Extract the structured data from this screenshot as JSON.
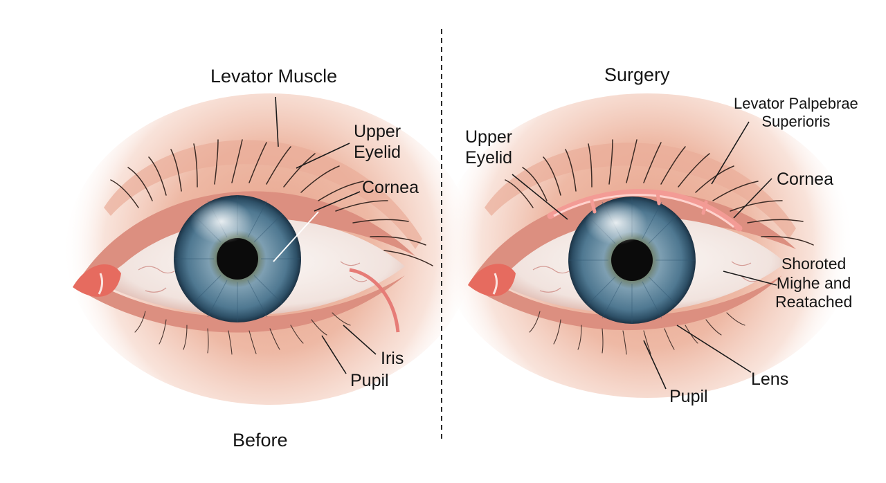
{
  "before_panel": {
    "caption": "Before",
    "labels": {
      "levator_muscle": "Levator Muscle",
      "upper_eyelid": [
        "Upper",
        "Eyelid"
      ],
      "cornea": "Cornea",
      "iris": "Iris",
      "pupil": "Pupil"
    }
  },
  "surgery_panel": {
    "caption": "Surgery",
    "labels": {
      "levator_palpebrae": [
        "Levator Palpebrae",
        "Superioris"
      ],
      "upper_eyelid": [
        "Upper",
        "Eyelid"
      ],
      "cornea": "Cornea",
      "shortened": [
        "Shoroted",
        "Mighe and",
        "Reatached"
      ],
      "lens": "Lens",
      "pupil": "Pupil"
    }
  },
  "colors": {
    "iris": "#4e7690",
    "pupil": "#0b0b0b",
    "skin": "#e7a58f",
    "lid_rim": "#d77e72",
    "sclera": "#f7f1ee",
    "caruncle": "#e7675c",
    "suture_band": "#f39b95",
    "leader_line": "#1a1a1a",
    "divider": "#2a2a2a"
  },
  "icons": [
    "eye-before-illustration",
    "eye-surgery-illustration"
  ]
}
